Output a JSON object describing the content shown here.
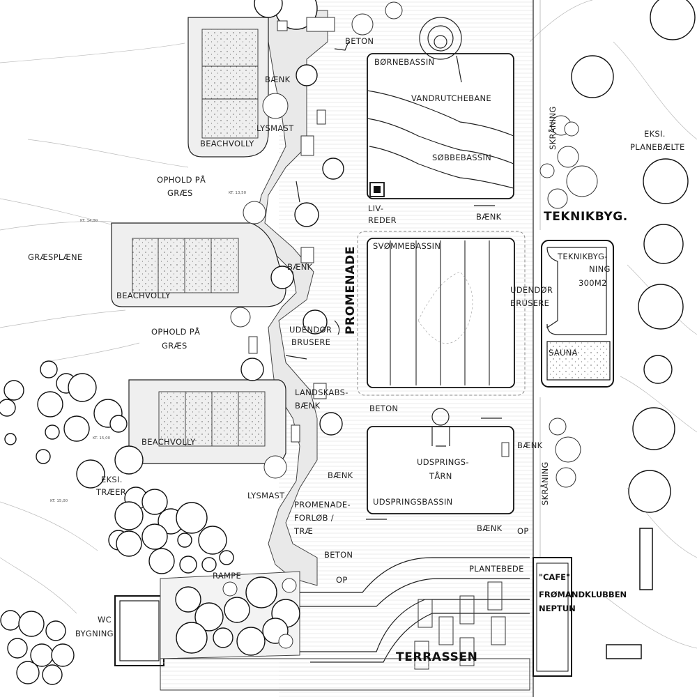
{
  "labels": {
    "boernebassin": "BØRNEBASSIN",
    "vandrutchebane": "VANDRUTCHEBANE",
    "sobbebassin": "SØBBEBASSIN",
    "beton_top": "BETON",
    "baenk_1": "BÆNK",
    "lysmast_1": "LYSMAST",
    "beachvolly_1": "BEACHVOLLY",
    "beachvolly_2": "BEACHVOLLY",
    "beachvolly_3": "BEACHVOLLY",
    "ophold_1a": "OPHOLD PÅ",
    "ophold_1b": "GRÆS",
    "ophold_2a": "OPHOLD PÅ",
    "ophold_2b": "GRÆS",
    "kt_1350": "KT. 13,50",
    "kt_1400": "KT. 14,00",
    "kt_1500": "KT. 15,00",
    "kt_1500b": "KT. 15,00",
    "livreder_a": "LIV-",
    "livreder_b": "REDER",
    "baenk_2": "BÆNK",
    "graesplaene": "GRÆSPLÆNE",
    "svoemmebassin": "SVØMMEBASSIN",
    "baenk_3": "BÆNK",
    "promenade": "PROMENADE",
    "udendoer_brusere_1a": "UDENDØR",
    "udendoer_brusere_1b": "BRUSERE",
    "udendoer_brusere_2a": "UDENDØR",
    "udendoer_brusere_2b": "BRUSERE",
    "teknikbygning_a": "TEKNIKBYG-",
    "teknikbygning_b": "NING",
    "teknikbygning_c": "300M2",
    "sauna": "SAUNA",
    "teknikbyg": "TEKNIKBYG.",
    "skraaning_1": "SKRÅNING",
    "skraaning_2": "SKRÅNING",
    "eksi_planebaelte_a": "EKSI.",
    "eksi_planebaelte_b": "PLANEBÆLTE",
    "landskabs_a": "LANDSKABS-",
    "landskabs_b": "BÆNK",
    "beton_mid": "BETON",
    "baenk_4": "BÆNK",
    "udsprings_a": "UDSPRINGS-",
    "udsprings_b": "TÅRN",
    "udspringsbassin": "UDSPRINGSBASSIN",
    "baenk_5": "BÆNK",
    "eksi_traeer_a": "EKSI.",
    "eksi_traeer_b": "TRÆER",
    "lysmast_2": "LYSMAST",
    "promenade_forloeb_a": "PROMENADE-",
    "promenade_forloeb_b": "FORLØB /",
    "promenade_forloeb_c": "TRÆ",
    "baenk_6": "BÆNK",
    "op_1": "OP",
    "beton_low": "BETON",
    "plantebede": "PLANTEBEDE",
    "rampe": "RAMPE",
    "op_2": "OP",
    "cafe": "\"CAFE\"",
    "froemandklubben": "FRØMANDKLUBBEN",
    "neptun": "NEPTUN",
    "wc_a": "WC",
    "wc_b": "BYGNING",
    "terrassen": "TERRASSEN"
  }
}
